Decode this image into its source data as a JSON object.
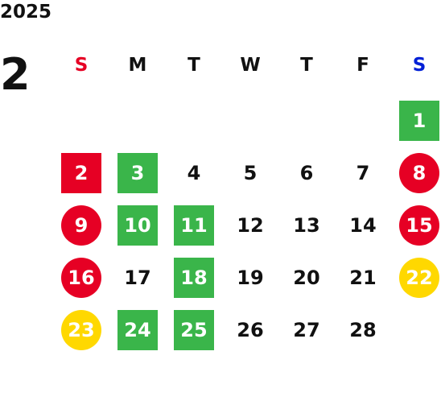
{
  "calendar": {
    "year": "2025",
    "month": "2",
    "weekday_headers": [
      {
        "label": "S",
        "color": "#e60024"
      },
      {
        "label": "M",
        "color": "#111111"
      },
      {
        "label": "T",
        "color": "#111111"
      },
      {
        "label": "W",
        "color": "#111111"
      },
      {
        "label": "T",
        "color": "#111111"
      },
      {
        "label": "F",
        "color": "#111111"
      },
      {
        "label": "S",
        "color": "#0020d6"
      }
    ],
    "days": [
      {
        "label": "1",
        "style": "green"
      },
      {
        "label": "2",
        "style": "red-square"
      },
      {
        "label": "3",
        "style": "green"
      },
      {
        "label": "4",
        "style": "plain"
      },
      {
        "label": "5",
        "style": "plain"
      },
      {
        "label": "6",
        "style": "plain"
      },
      {
        "label": "7",
        "style": "plain"
      },
      {
        "label": "8",
        "style": "red-circle"
      },
      {
        "label": "9",
        "style": "red-circle"
      },
      {
        "label": "10",
        "style": "green"
      },
      {
        "label": "11",
        "style": "green"
      },
      {
        "label": "12",
        "style": "plain"
      },
      {
        "label": "13",
        "style": "plain"
      },
      {
        "label": "14",
        "style": "plain"
      },
      {
        "label": "15",
        "style": "red-circle"
      },
      {
        "label": "16",
        "style": "red-circle"
      },
      {
        "label": "17",
        "style": "plain"
      },
      {
        "label": "18",
        "style": "green"
      },
      {
        "label": "19",
        "style": "plain"
      },
      {
        "label": "20",
        "style": "plain"
      },
      {
        "label": "21",
        "style": "plain"
      },
      {
        "label": "22",
        "style": "yellow-circle"
      },
      {
        "label": "23",
        "style": "yellow-circle"
      },
      {
        "label": "24",
        "style": "green"
      },
      {
        "label": "25",
        "style": "green"
      },
      {
        "label": "26",
        "style": "plain"
      },
      {
        "label": "27",
        "style": "plain"
      },
      {
        "label": "28",
        "style": "plain"
      }
    ],
    "colors": {
      "green": "#3ab54a",
      "red": "#e60024",
      "yellow": "#ffd800",
      "sunday": "#e60024",
      "saturday": "#0020d6"
    }
  }
}
